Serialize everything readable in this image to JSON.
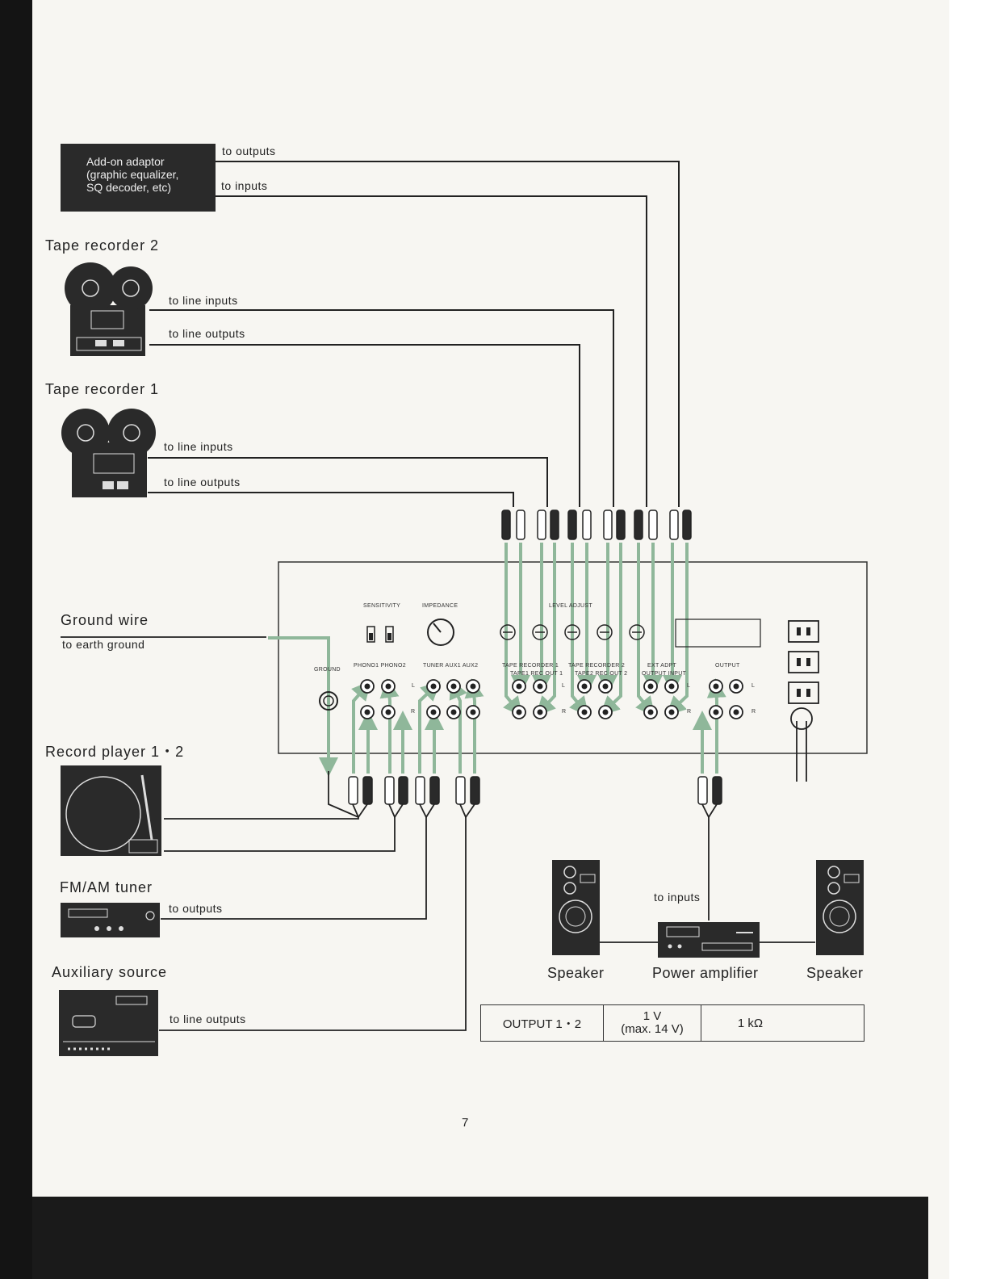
{
  "adaptor": {
    "line1": "Add-on adaptor",
    "line2": "(graphic equalizer,",
    "line3": "SQ decoder, etc)",
    "to_outputs": "to outputs",
    "to_inputs": "to inputs"
  },
  "tape2": {
    "title": "Tape recorder 2",
    "to_line_inputs": "to line inputs",
    "to_line_outputs": "to line outputs"
  },
  "tape1": {
    "title": "Tape recorder 1",
    "to_line_inputs": "to line inputs",
    "to_line_outputs": "to line outputs"
  },
  "ground": {
    "title": "Ground wire",
    "sub": "to earth ground"
  },
  "record_player": {
    "title": "Record player 1・2"
  },
  "tuner": {
    "title": "FM/AM tuner",
    "to_outputs": "to outputs"
  },
  "aux": {
    "title": "Auxiliary source",
    "to_line_outputs": "to line outputs"
  },
  "panel": {
    "sensitivity": "SENSITIVITY",
    "impedance": "IMPEDANCE",
    "level_adjust": "LEVEL ADJUST",
    "ground": "GROUND",
    "phono": "PHONO1 PHONO2",
    "tuner_aux": "TUNER  AUX1  AUX2",
    "tape_rec1": "TAPE RECORDER 1",
    "tape1_rec_out1": "TAPE1 REC OUT 1",
    "tape_rec2": "TAPE RECORDER 2",
    "tape2_rec_out2": "TAPE2 REC OUT 2",
    "ext_adpt": "EXT ADPT",
    "output_input": "OUTPUT INPUT",
    "output": "OUTPUT",
    "l": "L",
    "r": "R"
  },
  "speaker_left": "Speaker",
  "power_amp": "Power amplifier",
  "speaker_right": "Speaker",
  "to_inputs_amp": "to inputs",
  "spec": {
    "label": "OUTPUT 1・2",
    "voltage_line1": "1 V",
    "voltage_line2": "(max. 14 V)",
    "impedance": "1 kΩ"
  },
  "page_number": "7",
  "colors": {
    "ink": "#222222",
    "green": "#8fb79a",
    "dark_fill": "#2a2a2a"
  }
}
